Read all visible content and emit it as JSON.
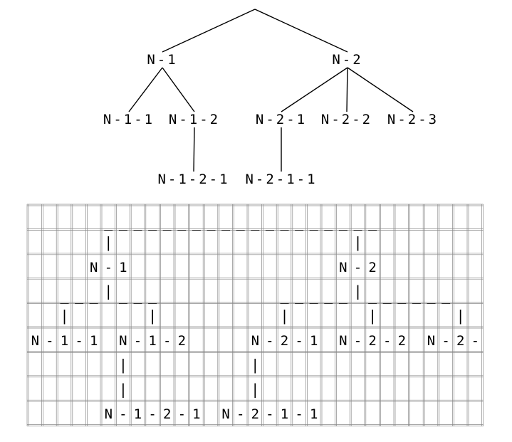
{
  "tree": {
    "nodes": [
      {
        "id": "root",
        "label": ""
      },
      {
        "id": "n1",
        "label": "N-1"
      },
      {
        "id": "n2",
        "label": "N-2"
      },
      {
        "id": "n11",
        "label": "N-1-1"
      },
      {
        "id": "n12",
        "label": "N-1-2"
      },
      {
        "id": "n21",
        "label": "N-2-1"
      },
      {
        "id": "n22",
        "label": "N-2-2"
      },
      {
        "id": "n23",
        "label": "N-2-3"
      },
      {
        "id": "n121",
        "label": "N-1-2-1"
      },
      {
        "id": "n211",
        "label": "N-2-1-1"
      }
    ],
    "edges": [
      [
        "root",
        "n1"
      ],
      [
        "root",
        "n2"
      ],
      [
        "n1",
        "n11"
      ],
      [
        "n1",
        "n12"
      ],
      [
        "n2",
        "n21"
      ],
      [
        "n2",
        "n22"
      ],
      [
        "n2",
        "n23"
      ],
      [
        "n12",
        "n121"
      ],
      [
        "n21",
        "n211"
      ]
    ]
  },
  "grid": {
    "columns": 31,
    "rows": [
      "     ___________________       ",
      "     |                |        ",
      "    N-1              N-2       ",
      "  ___|___        _____|______  ",
      "  |     |        |     |     | ",
      "N-1-1 N-1-2    N-2-1 N-2-2 N-2-3",
      "      |        |               ",
      "      |        |               ",
      "     N-1-2-1 N-2-1-1           "
    ]
  }
}
